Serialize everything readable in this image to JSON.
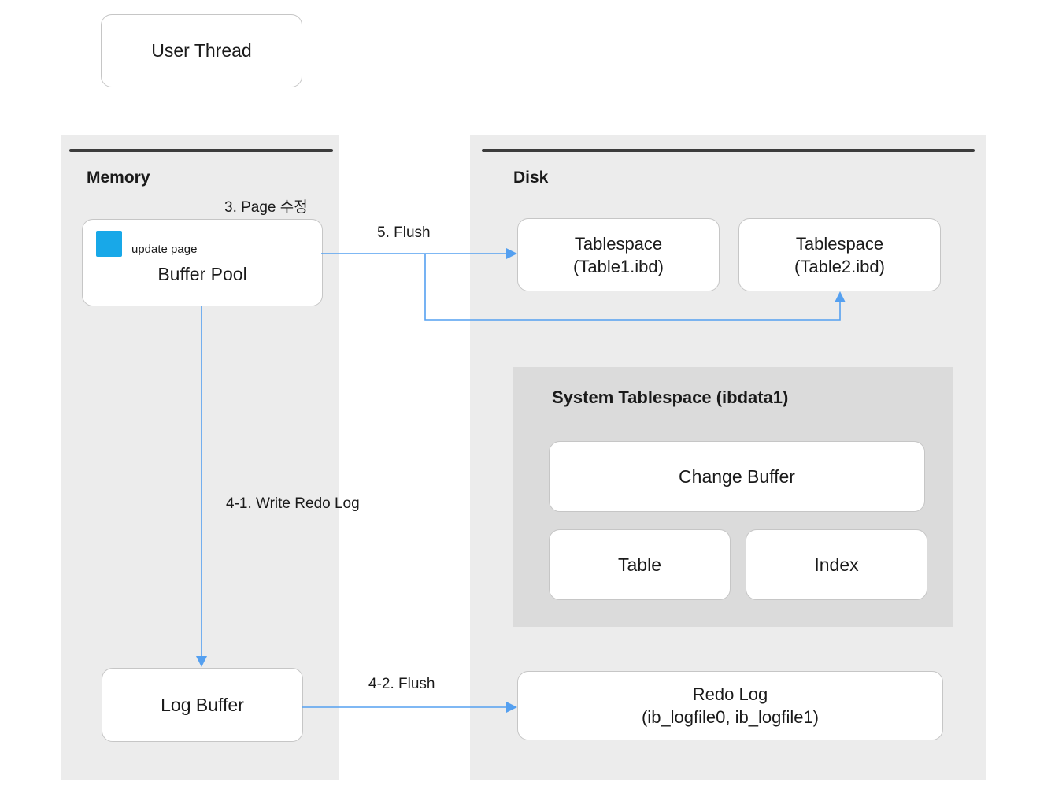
{
  "colors": {
    "panel_bg": "#ececec",
    "system_tablespace_bg": "#dbdbdb",
    "box_bg": "#ffffff",
    "box_border": "#c6c6c6",
    "panel_header_bar": "#3c3c3c",
    "arrow": "#55a0f0",
    "update_page_square": "#18a8e8",
    "text": "#1a1a1a"
  },
  "nodes": {
    "user_thread": {
      "label": "User Thread"
    },
    "buffer_pool": {
      "label": "Buffer Pool",
      "page_label": "update page"
    },
    "log_buffer": {
      "label": "Log Buffer"
    },
    "tablespace1": {
      "line1": "Tablespace",
      "line2": "(Table1.ibd)"
    },
    "tablespace2": {
      "line1": "Tablespace",
      "line2": "(Table2.ibd)"
    },
    "change_buffer": {
      "label": "Change Buffer"
    },
    "table": {
      "label": "Table"
    },
    "index": {
      "label": "Index"
    },
    "redo_log": {
      "line1": "Redo Log",
      "line2": "(ib_logfile0, ib_logfile1)"
    }
  },
  "panels": {
    "memory": {
      "title": "Memory"
    },
    "disk": {
      "title": "Disk"
    },
    "system_tablespace": {
      "title": "System Tablespace (ibdata1)"
    }
  },
  "flow_labels": {
    "step3": "3. Page 수정",
    "step5": "5. Flush",
    "step4_1": "4-1. Write Redo Log",
    "step4_2": "4-2. Flush"
  }
}
